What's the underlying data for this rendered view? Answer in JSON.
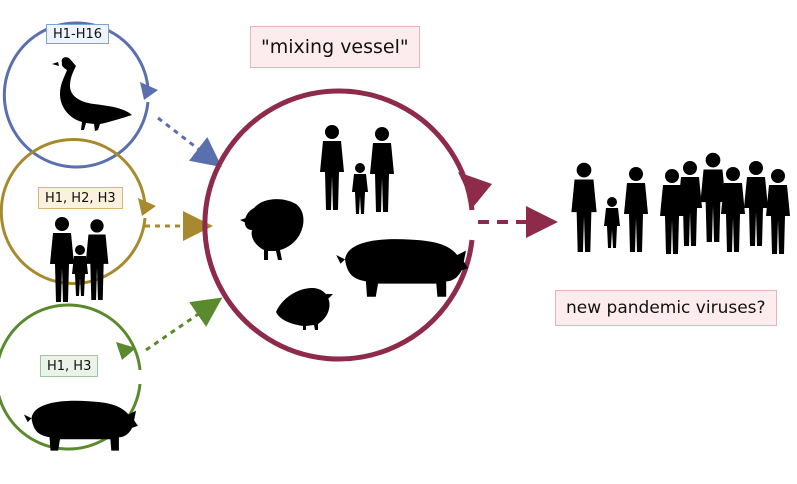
{
  "labels": {
    "wild_birds_subtypes": "H1-H16",
    "humans_subtypes": "H1, H2, H3",
    "pigs_subtypes": "H1, H3",
    "mixing_vessel": "\"mixing vessel\"",
    "outcome": "new pandemic viruses?"
  },
  "colors": {
    "birds_circle": "#5a6fae",
    "humans_circle": "#a88a2e",
    "pigs_circle": "#5b8a2e",
    "mixing_circle": "#8e2a4a",
    "silhouette": "#000000"
  },
  "icons": [
    "goose-icon",
    "family-icon",
    "pig-icon",
    "turkey-icon",
    "quail-icon",
    "crowd-icon"
  ]
}
